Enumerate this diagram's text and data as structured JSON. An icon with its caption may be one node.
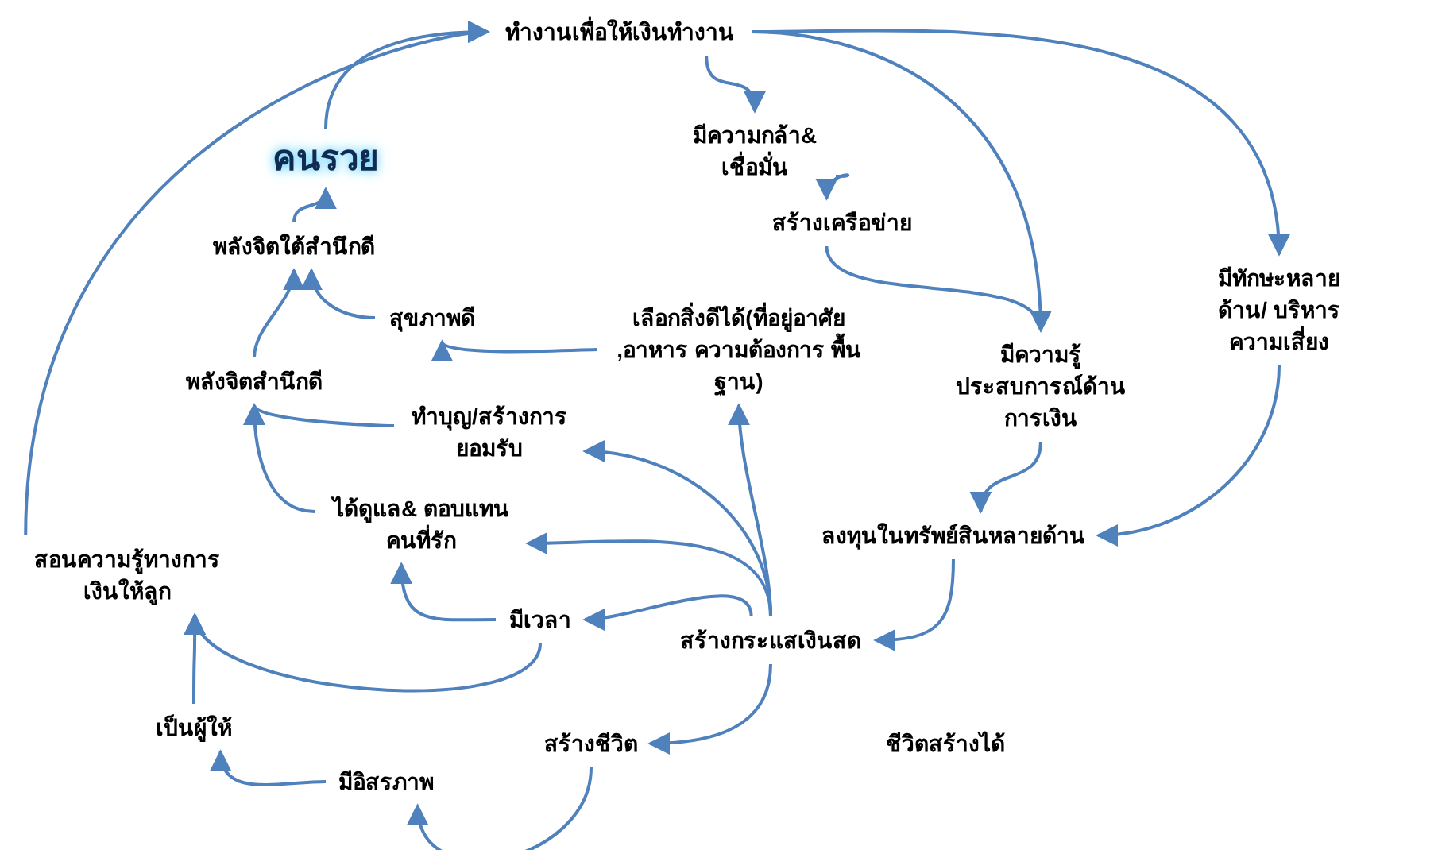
{
  "diagram": {
    "nodes": [
      {
        "text": [
          "ทำงานเพื่อให้เงินทำงาน"
        ]
      },
      {
        "text": [
          "คนรวย"
        ]
      },
      {
        "text": [
          "มีความกล้า& เชื่อมั่น"
        ]
      },
      {
        "text": [
          "สร้างเครือข่าย"
        ]
      },
      {
        "text": [
          "มีทักษะหลายด้าน/ บริหารความเสี่ยง"
        ]
      },
      {
        "text": [
          "พลังจิตใต้สำนึกดี"
        ]
      },
      {
        "text": [
          "สุขภาพดี"
        ]
      },
      {
        "text": [
          "เลือกสิ่งดีได้(ที่อยู่อาศัย ,อาหาร ความต้องการ พื้นฐาน)"
        ]
      },
      {
        "text": [
          "มีความรู้ ประสบการณ์ด้าน การเงิน"
        ]
      },
      {
        "text": [
          "พลังจิตสำนึกดี"
        ]
      },
      {
        "text": [
          "ทำบุญ/สร้างการ ยอมรับ"
        ]
      },
      {
        "text": [
          "ได้ดูแล& ตอบแทน คนที่รัก"
        ]
      },
      {
        "text": [
          "สอนความรู้ทางการ เงินให้ลูก"
        ]
      },
      {
        "text": [
          "ลงทุนในทรัพย์สินหลายด้าน"
        ]
      },
      {
        "text": [
          "มีเวลา"
        ]
      },
      {
        "text": [
          "สร้างกระแสเงินสด"
        ]
      },
      {
        "text": [
          "เป็นผู้ให้"
        ]
      },
      {
        "text": [
          "สร้างชีวิต"
        ]
      },
      {
        "text": [
          "มีอิสรภาพ"
        ]
      }
    ],
    "edges": [
      {
        "from": 1,
        "to": 0,
        "arrow": "to"
      },
      {
        "from": 12,
        "to": 0,
        "arrow": "to"
      },
      {
        "from": 0,
        "to": 2,
        "arrow": "to"
      },
      {
        "from": 2,
        "to": 3,
        "arrow": "to"
      },
      {
        "from": 0,
        "to": 8,
        "arrow": "to"
      },
      {
        "from": 0,
        "to": 4,
        "arrow": "to"
      },
      {
        "from": 3,
        "to": 8,
        "arrow": "to"
      },
      {
        "from": 4,
        "to": 13,
        "arrow": "to"
      },
      {
        "from": 8,
        "to": 13,
        "arrow": "to"
      },
      {
        "from": 13,
        "to": 15,
        "arrow": "to"
      },
      {
        "from": 15,
        "to": 7,
        "arrow": "to"
      },
      {
        "from": 15,
        "to": 10,
        "arrow": "to"
      },
      {
        "from": 15,
        "to": 11,
        "arrow": "to"
      },
      {
        "from": 15,
        "to": 14,
        "arrow": "to"
      },
      {
        "from": 15,
        "to": 17,
        "arrow": "to"
      },
      {
        "from": 7,
        "to": 6,
        "arrow": "to"
      },
      {
        "from": 6,
        "to": 5,
        "arrow": "to"
      },
      {
        "from": 9,
        "to": 5,
        "arrow": "to"
      },
      {
        "from": 5,
        "to": 1,
        "arrow": "to"
      },
      {
        "from": 10,
        "to": 9,
        "arrow": "to"
      },
      {
        "from": 11,
        "to": 9,
        "arrow": "to"
      },
      {
        "from": 14,
        "to": 11,
        "arrow": "to"
      },
      {
        "from": 14,
        "to": 12,
        "arrow": "to"
      },
      {
        "from": 16,
        "to": 12,
        "arrow": "to"
      },
      {
        "from": 18,
        "to": 16,
        "arrow": "to"
      },
      {
        "from": 17,
        "to": 18,
        "arrow": "to"
      }
    ],
    "labels": [
      "ชีวิตสร้างได้"
    ]
  }
}
